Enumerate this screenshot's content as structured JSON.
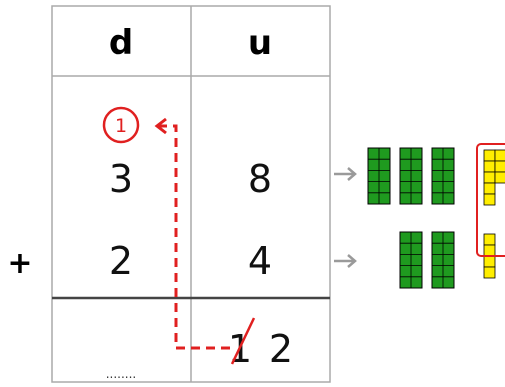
{
  "table": {
    "header_tens": "d",
    "header_units": "u",
    "carry": "1",
    "row1_tens": "3",
    "row1_units": "8",
    "operator": "+",
    "row2_tens": "2",
    "row2_units": "4",
    "result_units_crossed": "1",
    "result_units": "2",
    "result_tens_blank": "........"
  },
  "colors": {
    "grid": "#aaaaaa",
    "sum_line": "#444444",
    "carry_red": "#e02020",
    "arrow_gray": "#9a9a9a",
    "ten_block_green": "#1f9a1f",
    "unit_cube_yellow": "#ffee00"
  },
  "blocks": {
    "row1_ten_rods": 3,
    "row1_unit_cubes": 8,
    "row2_ten_rods": 2,
    "row2_unit_cubes": 4
  }
}
